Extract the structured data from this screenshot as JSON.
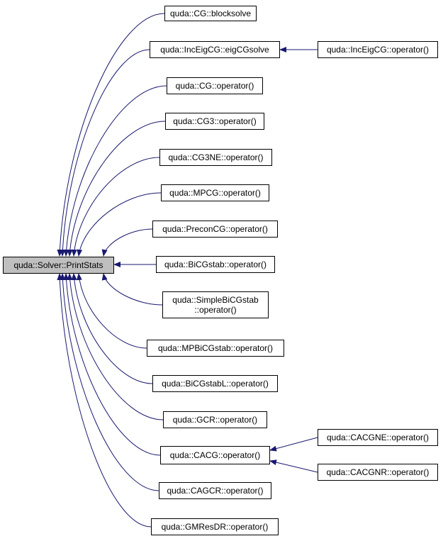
{
  "root": {
    "id": "printstats",
    "label": "quda::Solver::PrintStats"
  },
  "callers": [
    {
      "id": "cg-blocksolve",
      "label": "quda::CG::blocksolve"
    },
    {
      "id": "inceigcg-eigcgsolve",
      "label": "quda::IncEigCG::eigCGsolve"
    },
    {
      "id": "cg-operator",
      "label": "quda::CG::operator()"
    },
    {
      "id": "cg3-operator",
      "label": "quda::CG3::operator()"
    },
    {
      "id": "cg3ne-operator",
      "label": "quda::CG3NE::operator()"
    },
    {
      "id": "mpcg-operator",
      "label": "quda::MPCG::operator()"
    },
    {
      "id": "preconcg-operator",
      "label": "quda::PreconCG::operator()"
    },
    {
      "id": "bicgstab-operator",
      "label": "quda::BiCGstab::operator()"
    },
    {
      "id": "simplebicgstab-operator",
      "label": "quda::SimpleBiCGstab\n::operator()"
    },
    {
      "id": "mpbicgstab-operator",
      "label": "quda::MPBiCGstab::operator()"
    },
    {
      "id": "bicgstabl-operator",
      "label": "quda::BiCGstabL::operator()"
    },
    {
      "id": "gcr-operator",
      "label": "quda::GCR::operator()"
    },
    {
      "id": "cacg-operator",
      "label": "quda::CACG::operator()"
    },
    {
      "id": "cagcr-operator",
      "label": "quda::CAGCR::operator()"
    },
    {
      "id": "gmresdr-operator",
      "label": "quda::GMResDR::operator()"
    }
  ],
  "second_level": [
    {
      "id": "inceigcg-operator",
      "label": "quda::IncEigCG::operator()",
      "calls": "inceigcg-eigcgsolve"
    },
    {
      "id": "cacgne-operator",
      "label": "quda::CACGNE::operator()",
      "calls": "cacg-operator"
    },
    {
      "id": "cacgnr-operator",
      "label": "quda::CACGNR::operator()",
      "calls": "cacg-operator"
    }
  ],
  "colors": {
    "edge": "#191970",
    "root_fill": "#bfbfbf",
    "node_border": "#000000"
  }
}
